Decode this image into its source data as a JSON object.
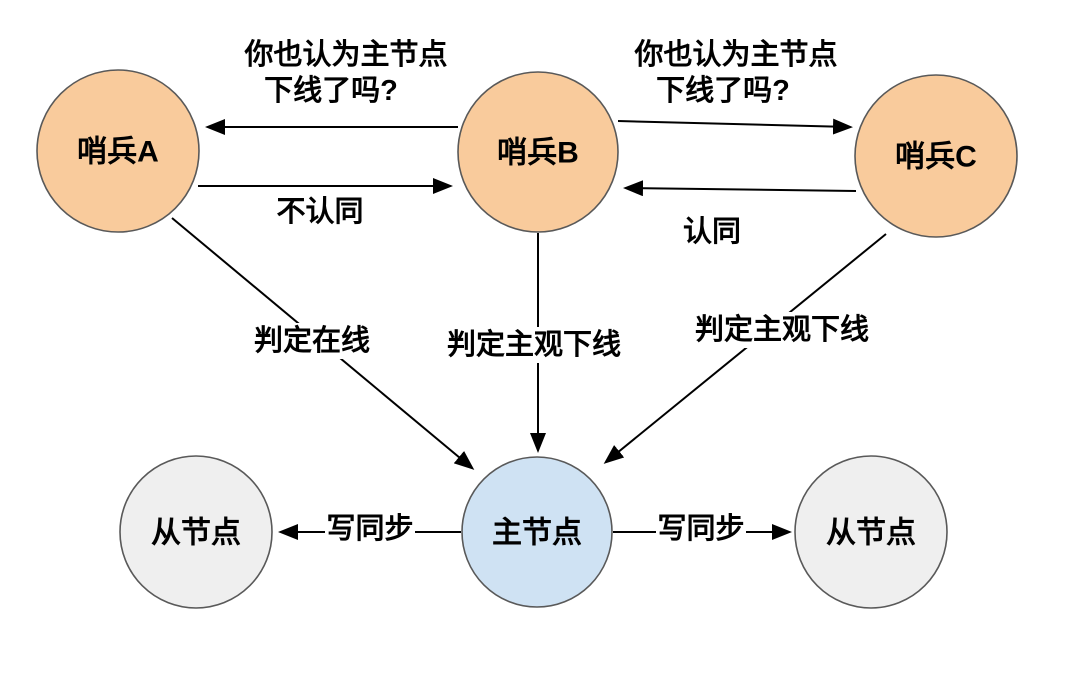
{
  "nodes": {
    "sentinel_a": {
      "label": "哨兵A"
    },
    "sentinel_b": {
      "label": "哨兵B"
    },
    "sentinel_c": {
      "label": "哨兵C"
    },
    "master": {
      "label": "主节点"
    },
    "slave_left": {
      "label": "从节点"
    },
    "slave_right": {
      "label": "从节点"
    }
  },
  "edges": {
    "b_to_a": {
      "label_line1": "你也认为主节点",
      "label_line2": "下线了吗?"
    },
    "b_to_c": {
      "label_line1": "你也认为主节点",
      "label_line2": "下线了吗?"
    },
    "a_to_b": {
      "label": "不认同"
    },
    "c_to_b": {
      "label": "认同"
    },
    "a_to_master": {
      "label": "判定在线"
    },
    "b_to_master": {
      "label": "判定主观下线"
    },
    "c_to_master": {
      "label": "判定主观下线"
    },
    "master_to_slave_left": {
      "label": "写同步"
    },
    "master_to_slave_right": {
      "label": "写同步"
    }
  },
  "colors": {
    "sentinel_fill": "#f9cb9c",
    "master_fill": "#cfe2f3",
    "slave_fill": "#efefef",
    "node_stroke": "#595959",
    "edge_stroke": "#000000",
    "background": "#ffffff"
  }
}
